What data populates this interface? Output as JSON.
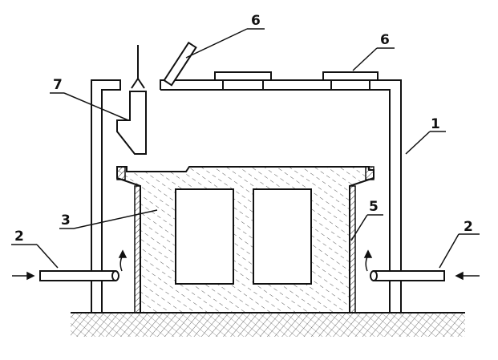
{
  "diagram": {
    "callouts": [
      {
        "id": "c1",
        "text": "1"
      },
      {
        "id": "c2-left",
        "text": "2"
      },
      {
        "id": "c2-right",
        "text": "2"
      },
      {
        "id": "c3",
        "text": "3"
      },
      {
        "id": "c5",
        "text": "5"
      },
      {
        "id": "c6-left",
        "text": "6"
      },
      {
        "id": "c6-right",
        "text": "6"
      },
      {
        "id": "c7",
        "text": "7"
      }
    ],
    "colors": {
      "ink": "#111111",
      "background": "#ffffff"
    }
  }
}
